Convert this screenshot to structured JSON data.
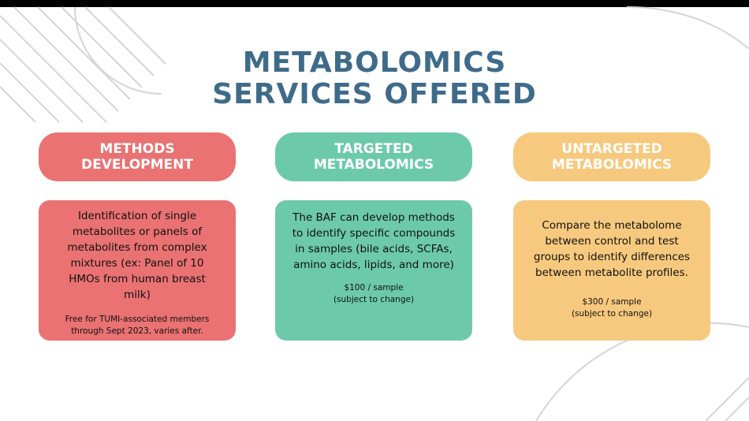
{
  "title": {
    "line1": "METABOLOMICS",
    "line2": "SERVICES OFFERED"
  },
  "colors": {
    "title": "#3f6b8a",
    "methods": "#ea7272",
    "targeted": "#6ccaaa",
    "untargeted": "#f7c97e",
    "decoration": "#d5d5d5"
  },
  "services": [
    {
      "header_line1": "METHODS",
      "header_line2": "DEVELOPMENT",
      "description": "Identification of single metabolites or panels of metabolites from complex mixtures (ex: Panel of 10 HMOs from human breast milk)",
      "price_line1": "Free for TUMI-associated members",
      "price_line2": "through Sept 2023, varies after."
    },
    {
      "header_line1": "TARGETED",
      "header_line2": "METABOLOMICS",
      "description": "The BAF can develop methods to identify specific compounds in samples (bile acids, SCFAs, amino acids, lipids, and more)",
      "price_line1": "$100 / sample",
      "price_line2": "(subject to change)"
    },
    {
      "header_line1": "UNTARGETED",
      "header_line2": "METABOLOMICS",
      "description": "Compare the metabolome between control and test groups to identify differences between metabolite profiles.",
      "price_line1": "$300 / sample",
      "price_line2": "(subject to change)"
    }
  ]
}
